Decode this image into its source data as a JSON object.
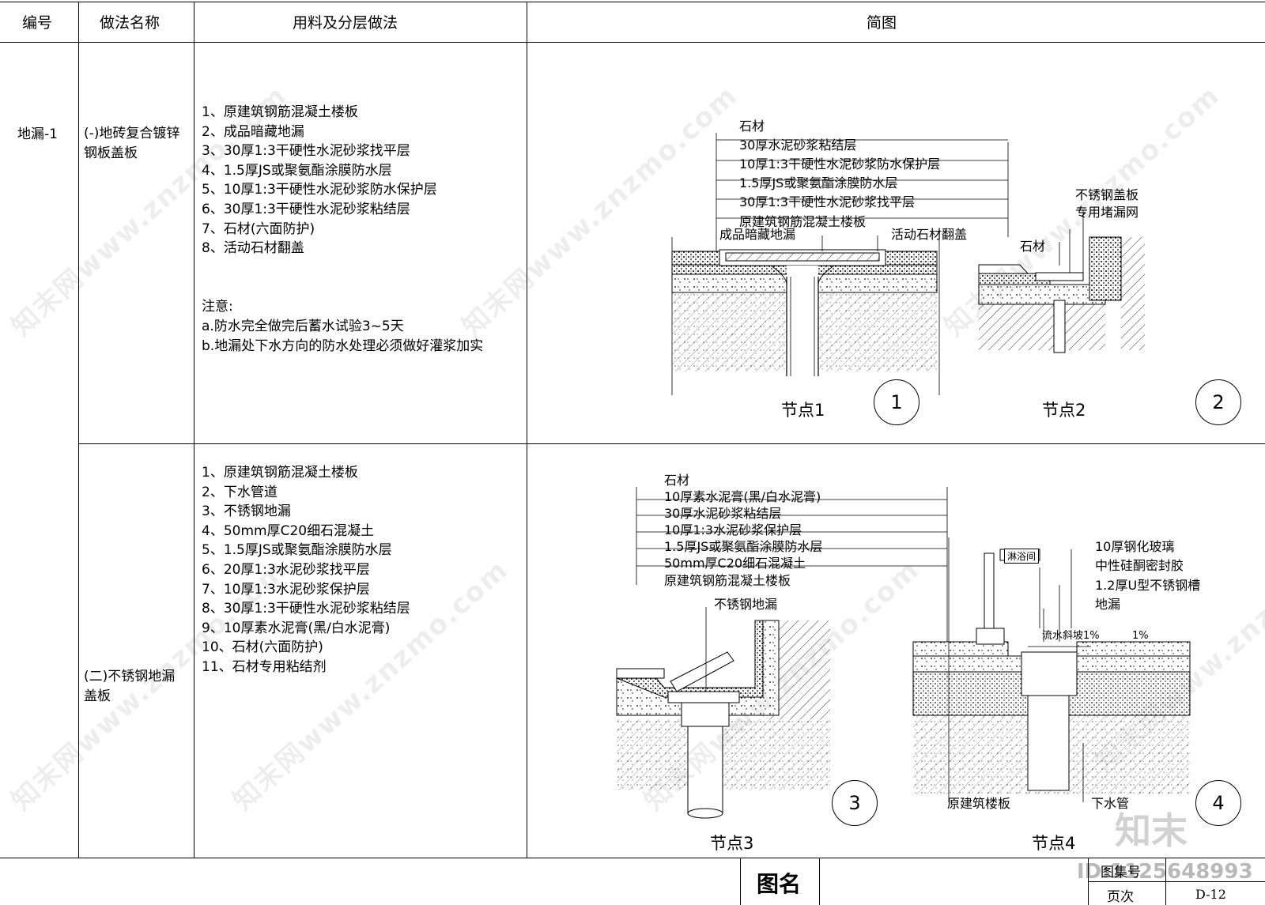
{
  "header": {
    "col1": "编号",
    "col2": "做法名称",
    "col3": "用料及分层做法",
    "col4": "简图"
  },
  "row1": {
    "code": "地漏-1",
    "name_line1": "(-)地砖复合镀锌",
    "name_line2": "钢板盖板",
    "layers": [
      "1、原建筑钢筋混凝土楼板",
      "2、成品暗藏地漏",
      "3、30厚1:3干硬性水泥砂浆找平层",
      "4、1.5厚JS或聚氨酯涂膜防水层",
      "5、10厚1:3干硬性水泥砂浆防水保护层",
      "6、30厚1:3干硬性水泥砂浆粘结层",
      "7、石材(六面防护)",
      "8、活动石材翻盖"
    ],
    "note_title": "注意:",
    "notes": [
      "a.防水完全做完后蓄水试验3~5天",
      "b.地漏处下水方向的防水处理必须做好灌浆加实"
    ]
  },
  "row2": {
    "name_line1": "(二)不锈钢地漏",
    "name_line2": "盖板",
    "layers": [
      "1、原建筑钢筋混凝土楼板",
      "2、下水管道",
      "3、不锈钢地漏",
      "4、50mm厚C20细石混凝土",
      "5、1.5厚JS或聚氨酯涂膜防水层",
      "6、20厚1:3水泥砂浆找平层",
      "7、10厚1:3水泥砂浆保护层",
      "8、30厚1:3干硬性水泥砂浆粘结层",
      "9、10厚素水泥膏(黑/白水泥膏)",
      "10、石材(六面防护)",
      "11、石材专用粘结剂"
    ]
  },
  "node1": {
    "labels": [
      "石材",
      "30厚水泥砂浆粘结层",
      "10厚1:3干硬性水泥砂浆防水保护层",
      "1.5厚JS或聚氨酯涂膜防水层",
      "30厚1:3干硬性水泥砂浆找平层",
      "原建筑钢筋混凝土楼板"
    ],
    "drain": "成品暗藏地漏",
    "cover": "活动石材翻盖",
    "title": "节点1",
    "num": "1"
  },
  "node2": {
    "labels": [
      "不锈钢盖板",
      "专用堵漏网"
    ],
    "stone": "石材",
    "title": "节点2",
    "num": "2"
  },
  "node3": {
    "labels": [
      "石材",
      "10厚素水泥膏(黑/白水泥膏)",
      "30厚水泥砂浆粘结层",
      "10厚1:3水泥砂浆保护层",
      "1.5厚JS或聚氨酯涂膜防水层",
      "50mm厚C20细石混凝土",
      "原建筑钢筋混凝土楼板"
    ],
    "drain": "不锈钢地漏",
    "title": "节点3",
    "num": "3"
  },
  "node4": {
    "labels": [
      "10厚钢化玻璃",
      "中性硅酮密封胶",
      "1.2厚U型不锈钢槽",
      "地漏"
    ],
    "room": "淋浴间",
    "slope": "流水斜坡1%",
    "slope2": "1%",
    "slab": "原建筑楼板",
    "pipe": "下水管",
    "title": "节点4",
    "num": "4"
  },
  "footer": {
    "name_label": "图名",
    "set_label": "图集号",
    "page_label": "页次",
    "page_value": "D-12",
    "id_text": "ID:1125648993"
  },
  "watermark": {
    "text": "知末网www.znzmo.com",
    "logo": "知末"
  }
}
